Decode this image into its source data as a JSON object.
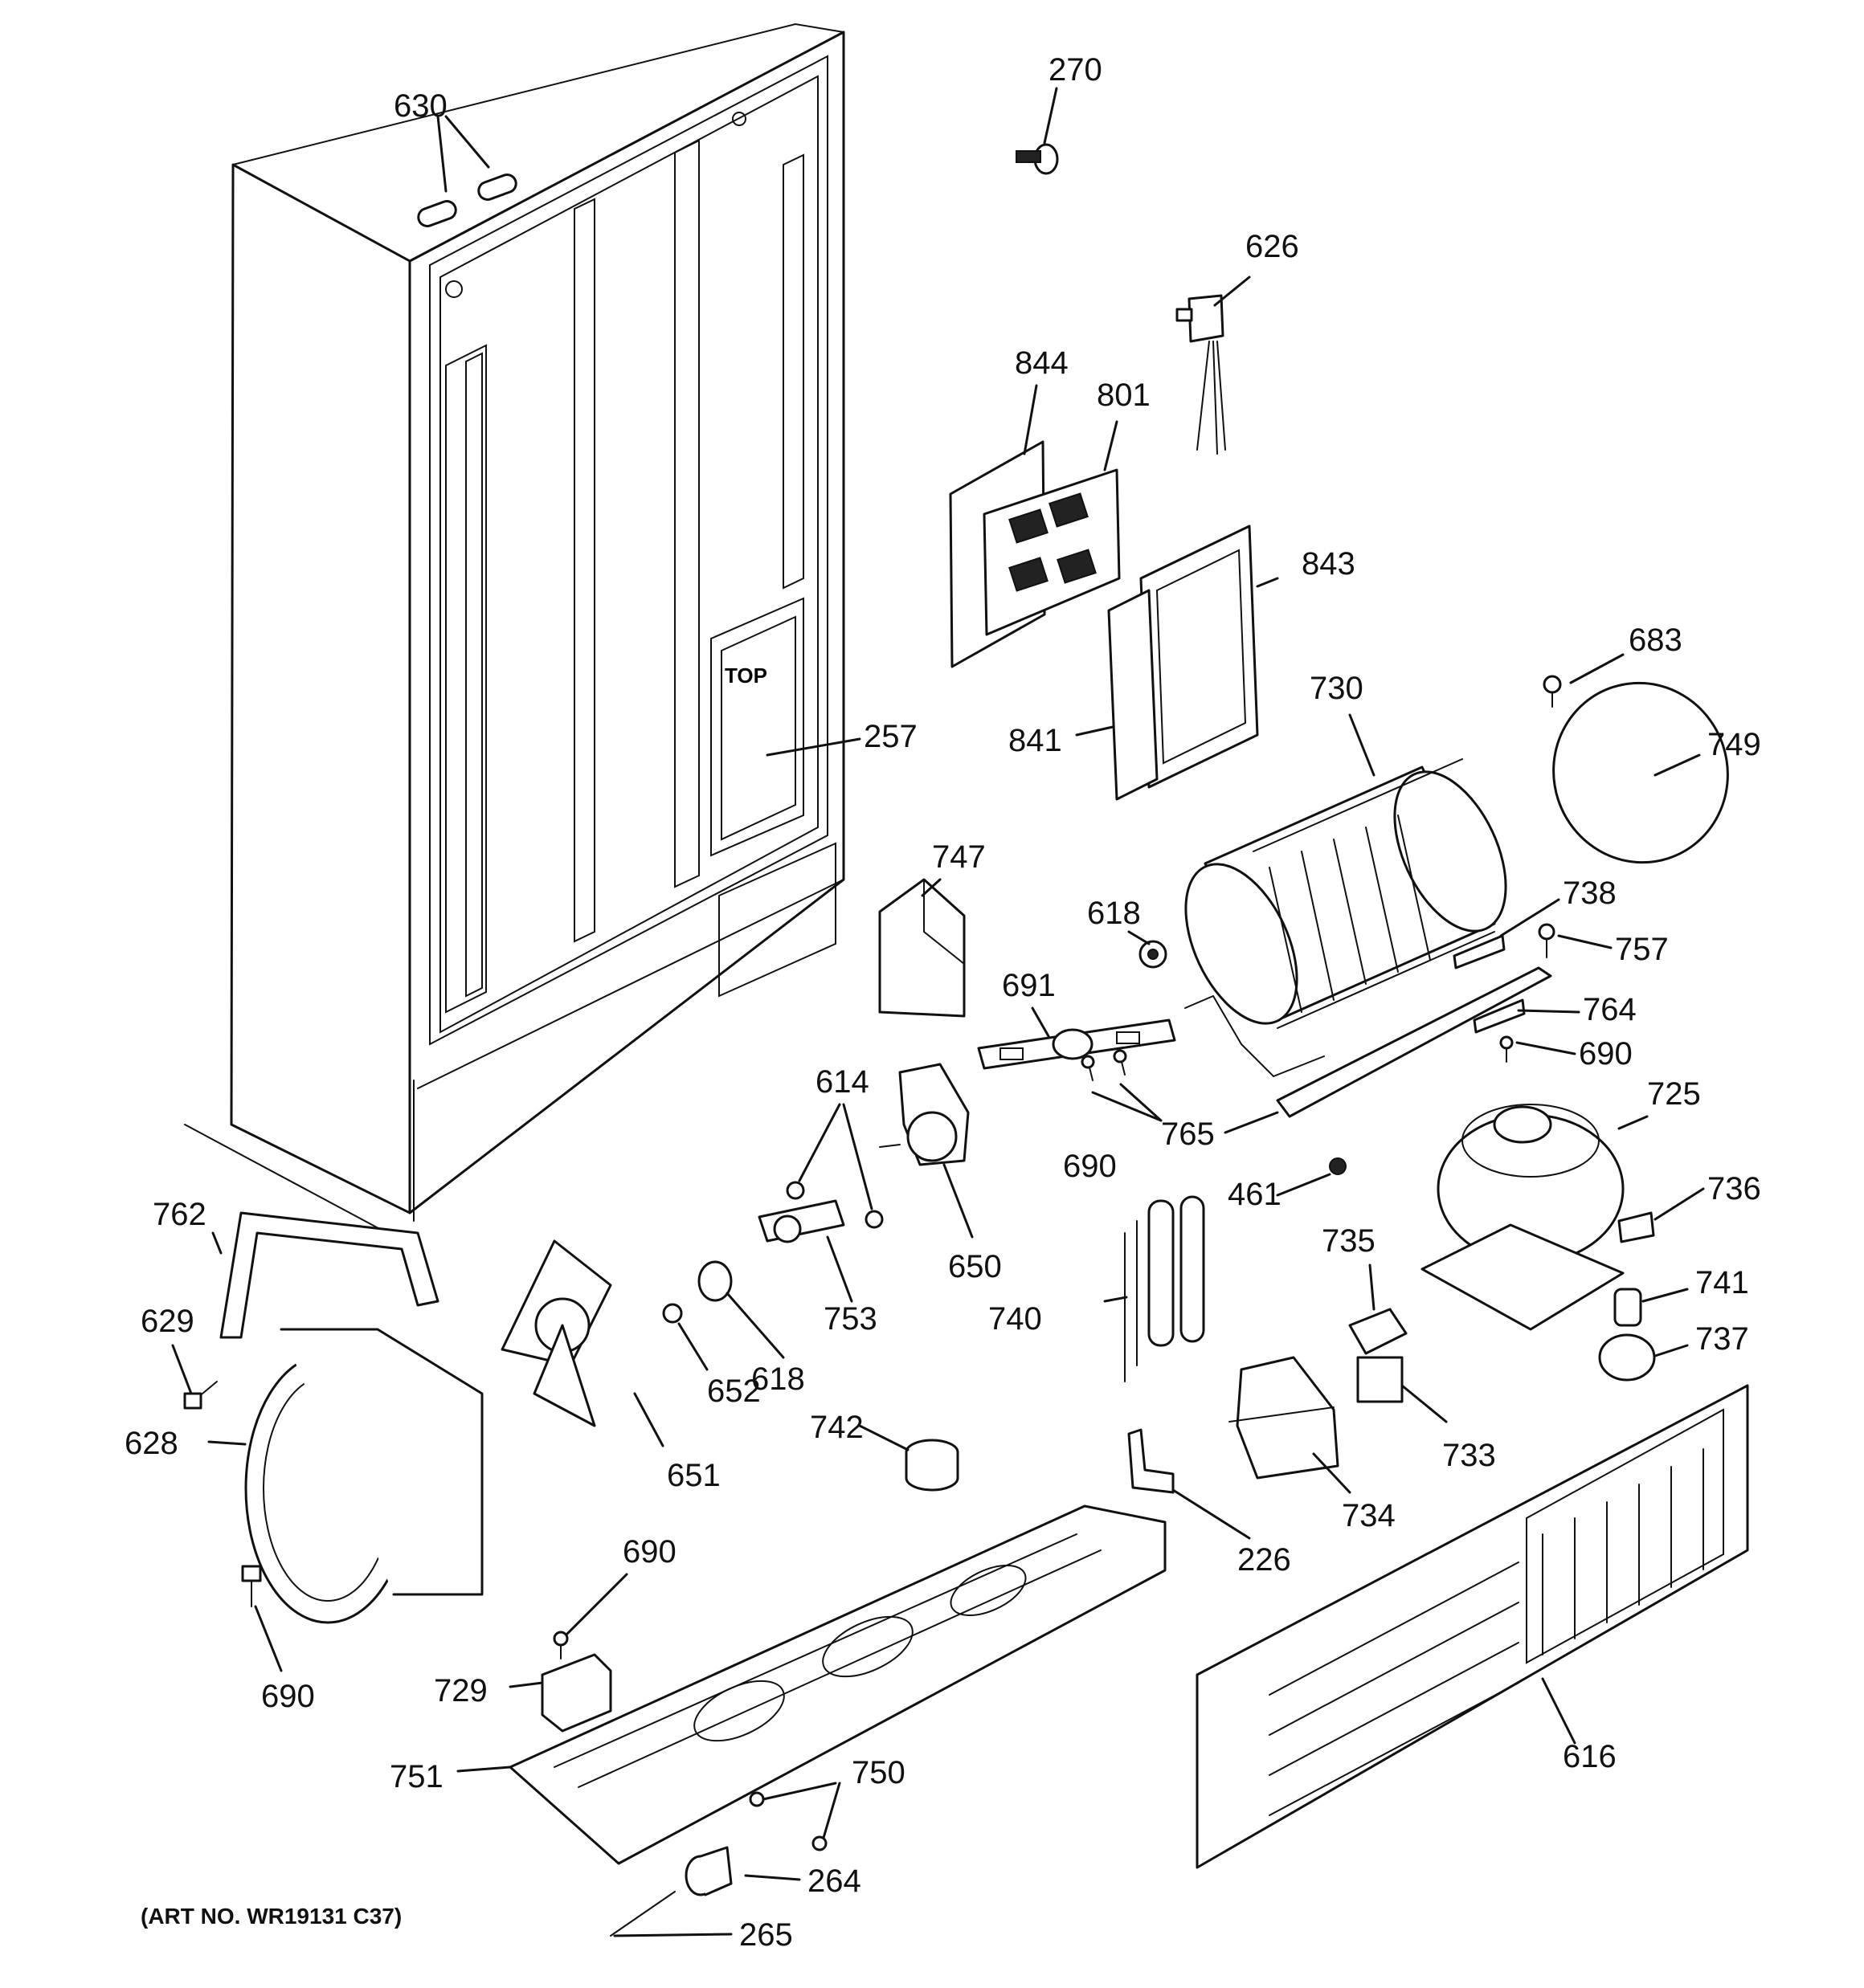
{
  "art_number": "(ART NO. WR19131 C37)",
  "callouts": {
    "c630": "630",
    "c270": "270",
    "c626": "626",
    "c844": "844",
    "c801": "801",
    "c843": "843",
    "c683": "683",
    "c730": "730",
    "c749": "749",
    "c841": "841",
    "c257": "257",
    "c747": "747",
    "c618a": "618",
    "c738": "738",
    "c757": "757",
    "c691": "691",
    "c764": "764",
    "c690a": "690",
    "c614": "614",
    "c725": "725",
    "c765": "765",
    "c690b": "690",
    "c650": "650",
    "c461": "461",
    "c736": "736",
    "c762": "762",
    "c735": "735",
    "c741": "741",
    "c629": "629",
    "c753": "753",
    "c740": "740",
    "c737": "737",
    "c618b": "618",
    "c652": "652",
    "c733": "733",
    "c628": "628",
    "c742": "742",
    "c651": "651",
    "c734": "734",
    "c226": "226",
    "c690c": "690",
    "c729": "729",
    "c690d": "690",
    "c616": "616",
    "c751": "751",
    "c750": "750",
    "c264": "264",
    "c265": "265"
  }
}
